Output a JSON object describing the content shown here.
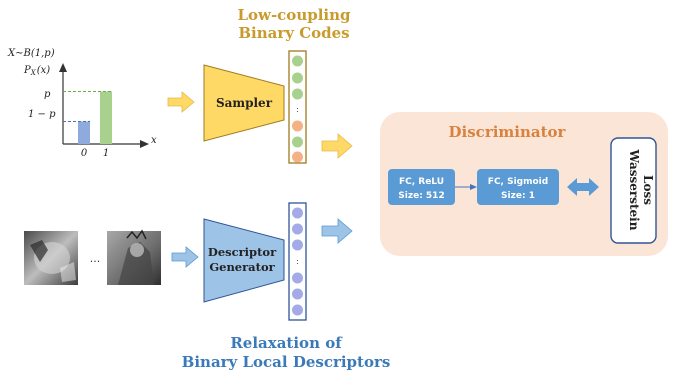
{
  "titles": {
    "top_line1": "Low-coupling",
    "top_line2": "Binary Codes",
    "bottom_line1": "Relaxation of",
    "bottom_line2": "Binary Local Descriptors"
  },
  "distribution": {
    "formula": "X∼B(1,p)",
    "y_axis_label": "P",
    "y_axis_sub": "X",
    "y_axis_arg": "(x)",
    "x_axis_label": "x",
    "tick_p": "p",
    "tick_1mp": "1 − p",
    "tick_0": "0",
    "tick_1": "1",
    "bar_values": [
      0.3,
      0.7
    ]
  },
  "sampler": {
    "label": "Sampler"
  },
  "generator": {
    "line1": "Descriptor",
    "line2": "Generator"
  },
  "ellipsis": "...",
  "code_dots": ":",
  "discriminator": {
    "title": "Discriminator",
    "fc1_line1": "FC, ReLU",
    "fc1_line2": "Size: 512",
    "fc2_line1": "FC, Sigmoid",
    "fc2_line2": "Size: 1",
    "loss_line1": "Wasserstein",
    "loss_line2": "Loss"
  },
  "colors": {
    "gold": "#c89b2c",
    "blue_text": "#3b7ab8",
    "orange_title": "#d9823f",
    "sampler_fill": "#ffd966",
    "generator_fill": "#9dc3e6",
    "green_dot": "#a9d18e",
    "orange_dot": "#f4b183",
    "purple_dot": "#a4a9e8",
    "panel_fill": "#fbe5d6",
    "fc_fill": "#5b9bd5",
    "bar_blue": "#8faadc",
    "bar_green": "#a9d18e"
  }
}
